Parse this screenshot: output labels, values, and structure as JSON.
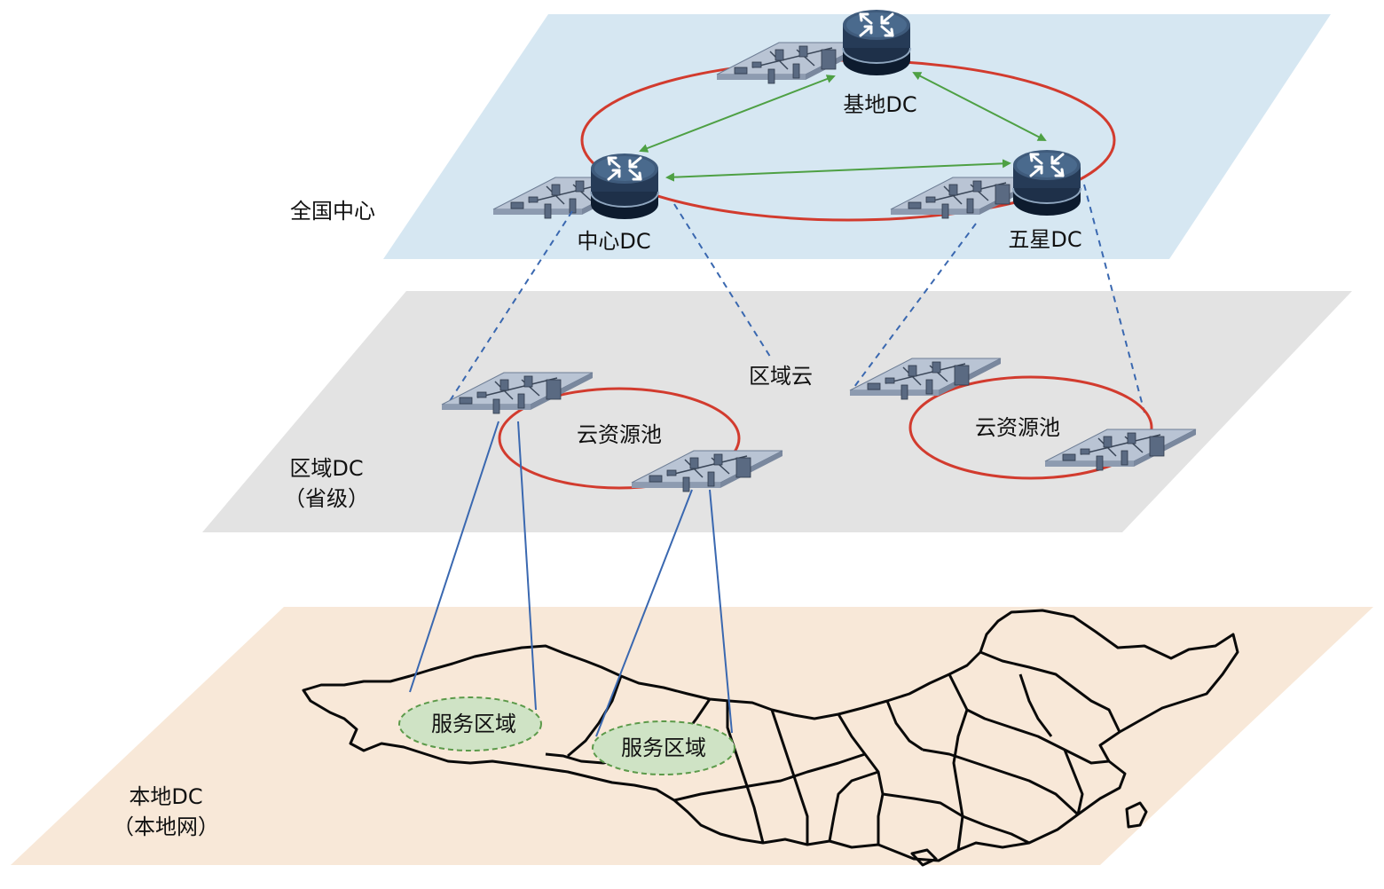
{
  "layers": {
    "national": {
      "label": "全国中心"
    },
    "regional": {
      "label_line1": "区域DC",
      "label_line2": "（省级）",
      "cloud_label": "区域云"
    },
    "local": {
      "label_line1": "本地DC",
      "label_line2": "（本地网）"
    }
  },
  "nodes": {
    "base_dc": "基地DC",
    "center_dc": "中心DC",
    "five_star_dc": "五星DC"
  },
  "pools": {
    "left": "云资源池",
    "right": "云资源池"
  },
  "service_areas": {
    "west": "服务区域",
    "central": "服务区域"
  },
  "colors": {
    "national_plane": "#d6e7f2",
    "regional_plane": "#e3e3e3",
    "local_plane": "#f8e8d8",
    "ring": "#d23b2e",
    "arrow": "#4ea044",
    "dashed_link": "#3a68b0",
    "solid_link": "#3a68b0",
    "service_fill": "#cfe3c5",
    "service_border": "#5c9a4a"
  },
  "icons": [
    "router-icon",
    "server-rack-icon",
    "china-map"
  ]
}
